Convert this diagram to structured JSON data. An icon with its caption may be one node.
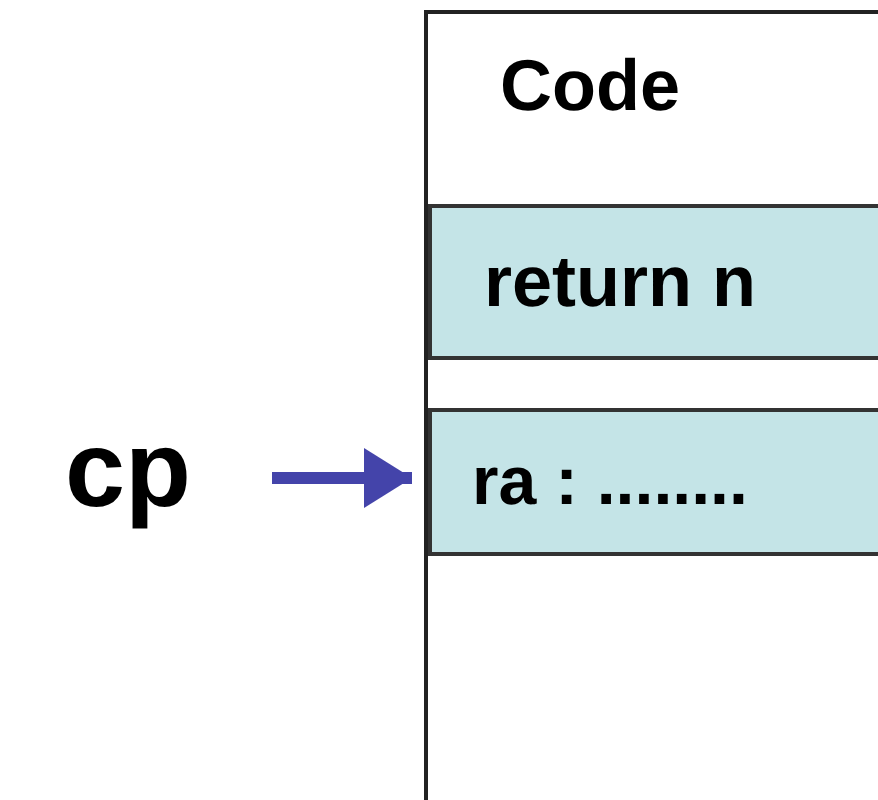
{
  "diagram": {
    "nodes": [
      {
        "text": [
          "Code"
        ]
      },
      {
        "text": [
          "return n"
        ],
        "in": 0
      },
      {
        "text": [
          "ra : ........"
        ],
        "in": 0
      },
      {
        "text": [
          "cp"
        ]
      }
    ],
    "edges": [
      {
        "from": 3,
        "to": 2,
        "arrow": "to",
        "color": "#4444aa"
      }
    ]
  }
}
